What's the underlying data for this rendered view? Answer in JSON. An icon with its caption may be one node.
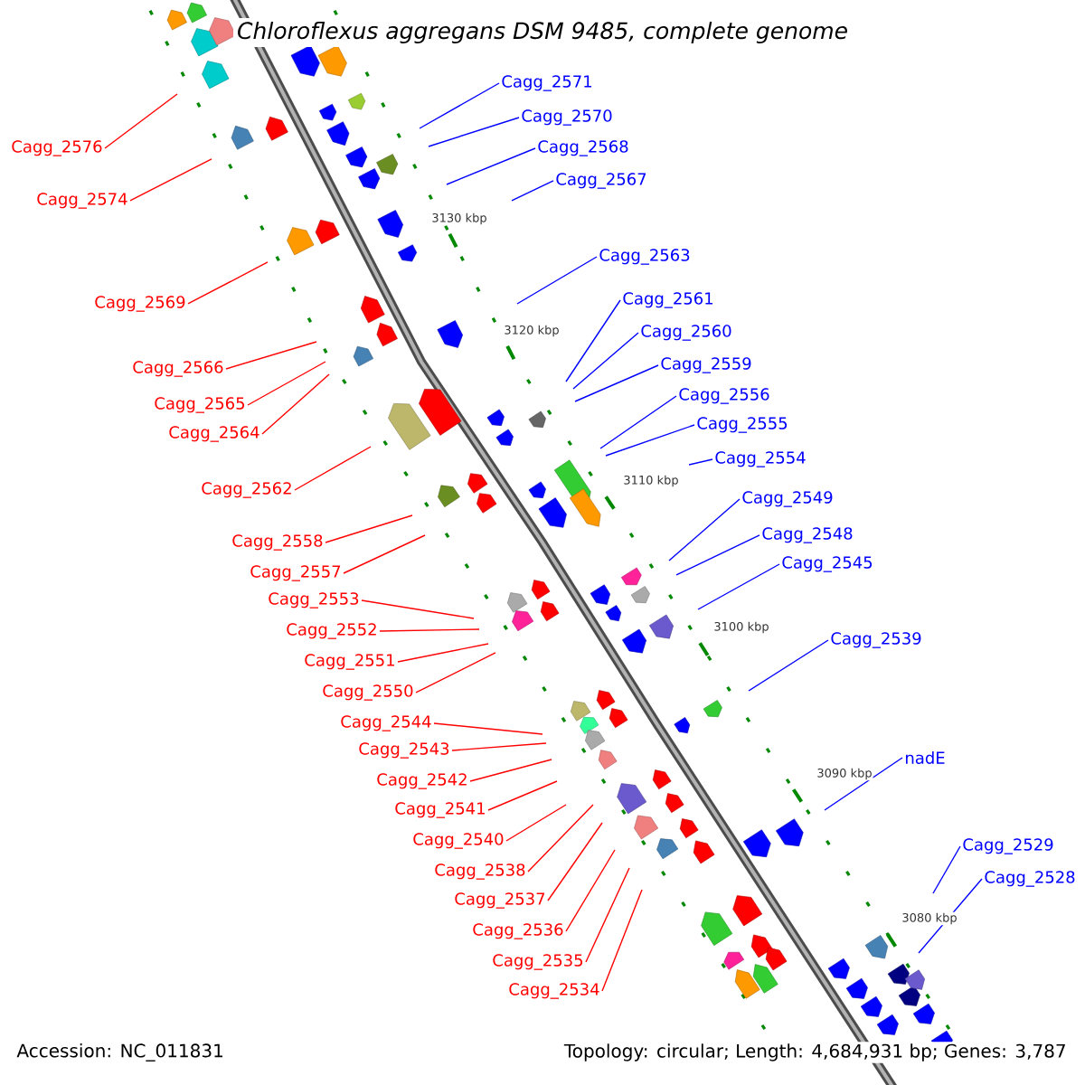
{
  "diagram": {
    "title": "Chloroflexus aggregans DSM 9485, complete genome",
    "nodes": [
      {
        "text": [
          "Cagg_2571"
        ]
      },
      {
        "text": [
          "Cagg_2570"
        ]
      },
      {
        "text": [
          "Cagg_2576"
        ]
      },
      {
        "text": [
          "Cagg_2568"
        ]
      },
      {
        "text": [
          "Cagg_2567"
        ]
      },
      {
        "text": [
          "Cagg_2574"
        ]
      },
      {
        "text": [
          "Cagg_2563"
        ]
      },
      {
        "text": [
          "Cagg_2561"
        ]
      },
      {
        "text": [
          "Cagg_2569"
        ]
      },
      {
        "text": [
          "Cagg_2560"
        ]
      },
      {
        "text": [
          "Cagg_2559"
        ]
      },
      {
        "text": [
          "Cagg_2566"
        ]
      },
      {
        "text": [
          "Cagg_2556"
        ]
      },
      {
        "text": [
          "Cagg_2565"
        ]
      },
      {
        "text": [
          "Cagg_2555"
        ]
      },
      {
        "text": [
          "Cagg_2564"
        ]
      },
      {
        "text": [
          "Cagg_2554"
        ]
      },
      {
        "text": [
          "Cagg_2562"
        ]
      },
      {
        "text": [
          "Cagg_2549"
        ]
      },
      {
        "text": [
          "Cagg_2548"
        ]
      },
      {
        "text": [
          "Cagg_2558"
        ]
      },
      {
        "text": [
          "Cagg_2545"
        ]
      },
      {
        "text": [
          "Cagg_2557"
        ]
      },
      {
        "text": [
          "Cagg_2553"
        ]
      },
      {
        "text": [
          "Cagg_2552"
        ]
      },
      {
        "text": [
          "Cagg_2539"
        ]
      },
      {
        "text": [
          "Cagg_2551"
        ]
      },
      {
        "text": [
          "Cagg_2550"
        ]
      },
      {
        "text": [
          "Cagg_2544"
        ]
      },
      {
        "text": [
          "Cagg_2543"
        ]
      },
      {
        "text": [
          "nadE"
        ]
      },
      {
        "text": [
          "Cagg_2542"
        ]
      },
      {
        "text": [
          "Cagg_2541"
        ]
      },
      {
        "text": [
          "Cagg_2540"
        ]
      },
      {
        "text": [
          "Cagg_2529"
        ]
      },
      {
        "text": [
          "Cagg_2538"
        ]
      },
      {
        "text": [
          "Cagg_2528"
        ]
      },
      {
        "text": [
          "Cagg_2537"
        ]
      },
      {
        "text": [
          "Cagg_2536"
        ]
      },
      {
        "text": [
          "Cagg_2535"
        ]
      },
      {
        "text": [
          "Cagg_2534"
        ]
      }
    ],
    "edges": [
      {
        "from": 0,
        "to": null,
        "arrow": "none",
        "color": "#0000ff"
      },
      {
        "from": 1,
        "to": null,
        "arrow": "none",
        "color": "#0000ff"
      },
      {
        "from": 2,
        "to": null,
        "arrow": "none"
      },
      {
        "from": 3,
        "to": null,
        "arrow": "none",
        "color": "#0000ff"
      },
      {
        "from": 4,
        "to": null,
        "arrow": "none",
        "color": "#0000ff"
      },
      {
        "from": 5,
        "to": null,
        "arrow": "none"
      },
      {
        "from": 6,
        "to": null,
        "arrow": "none",
        "color": "#0000ff"
      },
      {
        "from": 7,
        "to": null,
        "arrow": "none",
        "color": "#0000ff"
      },
      {
        "from": 8,
        "to": null,
        "arrow": "none"
      },
      {
        "from": 9,
        "to": null,
        "arrow": "none",
        "color": "#0000ff"
      },
      {
        "from": 10,
        "to": null,
        "arrow": "none",
        "color": "#0000ff"
      },
      {
        "from": 11,
        "to": null,
        "arrow": "none"
      },
      {
        "from": 12,
        "to": null,
        "arrow": "none",
        "color": "#0000ff"
      },
      {
        "from": 13,
        "to": null,
        "arrow": "none"
      },
      {
        "from": 14,
        "to": null,
        "arrow": "none",
        "color": "#0000ff"
      },
      {
        "from": 15,
        "to": null,
        "arrow": "none"
      },
      {
        "from": 16,
        "to": null,
        "arrow": "none",
        "color": "#0000ff"
      },
      {
        "from": 17,
        "to": null,
        "arrow": "none"
      },
      {
        "from": 18,
        "to": null,
        "arrow": "none",
        "color": "#0000ff"
      },
      {
        "from": 19,
        "to": null,
        "arrow": "none",
        "color": "#0000ff"
      },
      {
        "from": 20,
        "to": null,
        "arrow": "none"
      },
      {
        "from": 21,
        "to": null,
        "arrow": "none",
        "color": "#0000ff"
      },
      {
        "from": 22,
        "to": null,
        "arrow": "none"
      },
      {
        "from": 23,
        "to": null,
        "arrow": "none"
      },
      {
        "from": 24,
        "to": null,
        "arrow": "none"
      },
      {
        "from": 25,
        "to": null,
        "arrow": "none",
        "color": "#0000ff"
      },
      {
        "from": 26,
        "to": null,
        "arrow": "none"
      },
      {
        "from": 27,
        "to": null,
        "arrow": "none"
      },
      {
        "from": 28,
        "to": null,
        "arrow": "none"
      },
      {
        "from": 29,
        "to": null,
        "arrow": "none"
      },
      {
        "from": 30,
        "to": null,
        "arrow": "none",
        "color": "#0000ff"
      },
      {
        "from": 31,
        "to": null,
        "arrow": "none"
      },
      {
        "from": 32,
        "to": null,
        "arrow": "none"
      },
      {
        "from": 33,
        "to": null,
        "arrow": "none"
      },
      {
        "from": 34,
        "to": null,
        "arrow": "none",
        "color": "#0000ff"
      },
      {
        "from": 35,
        "to": null,
        "arrow": "none"
      },
      {
        "from": 36,
        "to": null,
        "arrow": "none",
        "color": "#0000ff"
      },
      {
        "from": 37,
        "to": null,
        "arrow": "none"
      },
      {
        "from": 38,
        "to": null,
        "arrow": "none"
      },
      {
        "from": 39,
        "to": null,
        "arrow": "none"
      },
      {
        "from": 40,
        "to": null,
        "arrow": "none"
      }
    ],
    "labels": [
      "3130 kbp",
      "3120 kbp",
      "3110 kbp",
      "3100 kbp",
      "3090 kbp",
      "3080 kbp",
      "Accession: NC_011831",
      "Topology: circular; Length: 4,684,931 bp; Genes: 3,787"
    ]
  }
}
